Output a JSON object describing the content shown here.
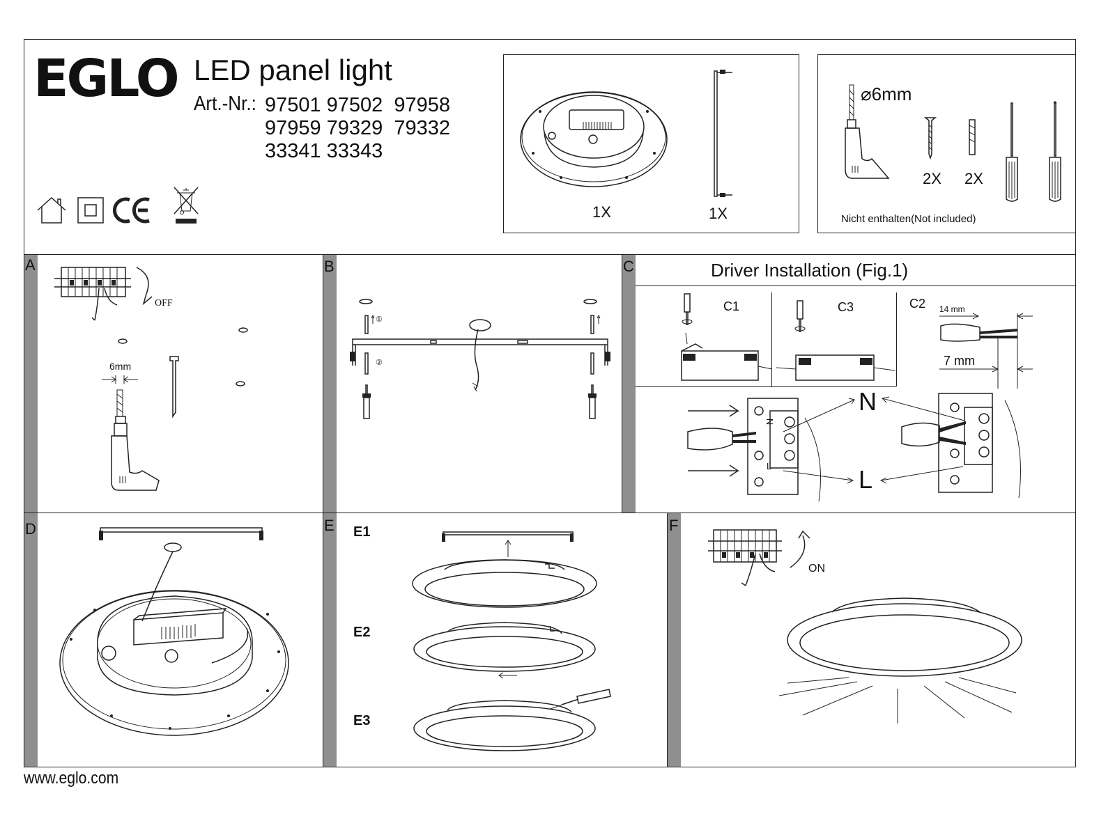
{
  "header": {
    "brand": "EGLO",
    "title": "LED panel light",
    "art_label": "Art.-Nr.:",
    "art_numbers": [
      "97501",
      "97502",
      "97958",
      "97959",
      "79329",
      "79332",
      "33341",
      "33343"
    ]
  },
  "contents": {
    "panel_qty": "1X",
    "bracket_qty": "1X"
  },
  "tools": {
    "drill_size": "⌀6mm",
    "screw_qty": "2X",
    "plug_qty": "2X",
    "note": "Nicht enthalten(Not included)"
  },
  "sections": {
    "a": {
      "letter": "A",
      "off_label": "OFF",
      "drill_label": "6mm"
    },
    "b": {
      "letter": "B",
      "step1": "①",
      "step2": "②"
    },
    "c": {
      "letter": "C",
      "title": "Driver Installation (Fig.1)",
      "c1": "C1",
      "c3": "C3",
      "c2": "C2",
      "strip14": "14 mm",
      "strip7": "7 mm",
      "neutral": "N",
      "live": "L",
      "terminal_n": "N",
      "terminal_l": "L"
    },
    "d": {
      "letter": "D"
    },
    "e": {
      "letter": "E",
      "e1": "E1",
      "e2": "E2",
      "e3": "E3"
    },
    "f": {
      "letter": "F",
      "on_label": "ON"
    }
  },
  "footer": {
    "url": "www.eglo.com"
  }
}
